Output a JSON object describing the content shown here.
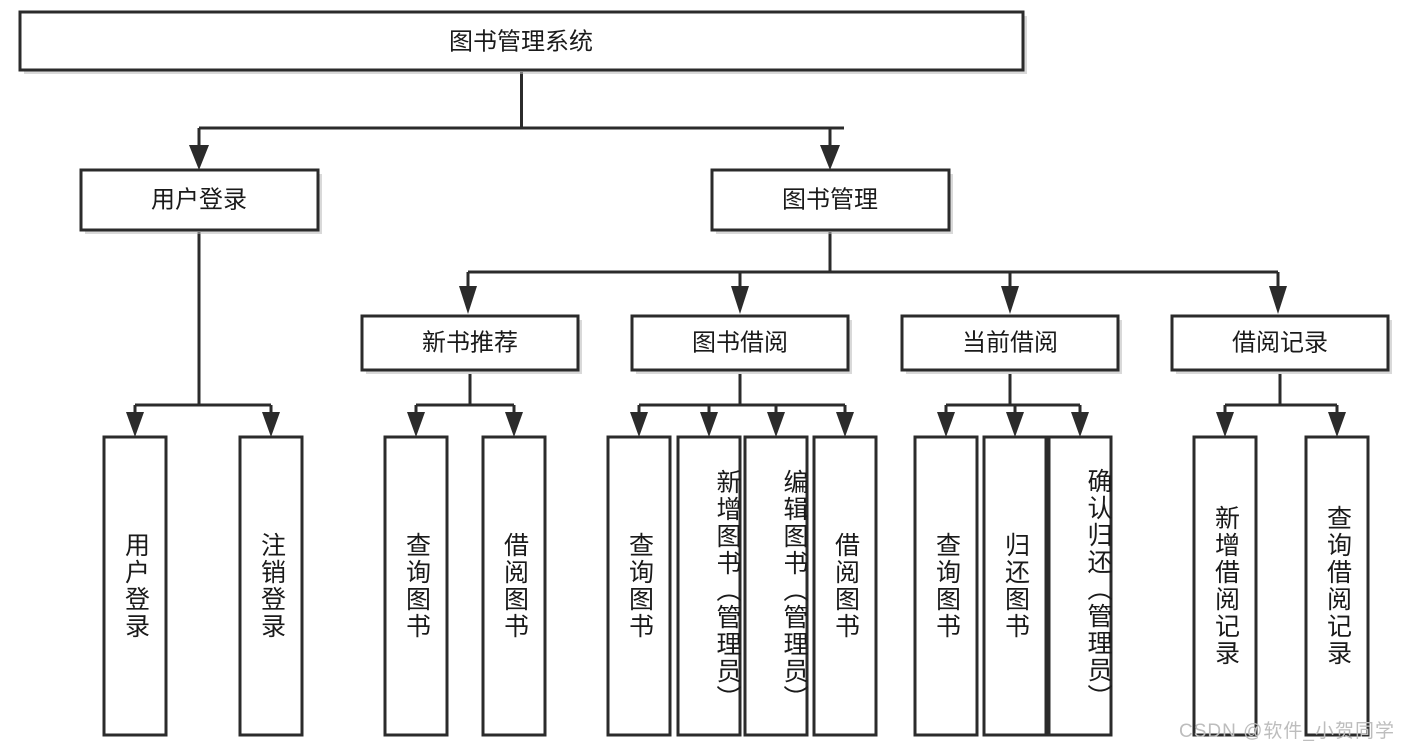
{
  "diagram": {
    "title": "图书管理系统",
    "type": "tree",
    "watermark": "CSDN @软件_小贺同学",
    "colors": {
      "box_fill": "#ffffff",
      "box_stroke": "#2b2b2b",
      "line": "#2b2b2b",
      "text": "#1a1a1a",
      "watermark": "#bdbdbd",
      "background": "#ffffff"
    },
    "root": {
      "label": "图书管理系统"
    },
    "level2": [
      {
        "label": "用户登录"
      },
      {
        "label": "图书管理"
      }
    ],
    "level3": [
      {
        "label": "新书推荐"
      },
      {
        "label": "图书借阅"
      },
      {
        "label": "当前借阅"
      },
      {
        "label": "借阅记录"
      }
    ],
    "leaves": {
      "user_login": [
        {
          "label": "用户登录"
        },
        {
          "label": "注销登录"
        }
      ],
      "new_book_recommend": [
        {
          "label": "查询图书"
        },
        {
          "label": "借阅图书"
        }
      ],
      "book_borrow": [
        {
          "label": "查询图书"
        },
        {
          "label": "新增图书（管理员）"
        },
        {
          "label": "编辑图书（管理员）"
        },
        {
          "label": "借阅图书"
        }
      ],
      "current_borrow": [
        {
          "label": "查询图书"
        },
        {
          "label": "归还图书"
        },
        {
          "label": "确认归还（管理员）"
        }
      ],
      "borrow_record": [
        {
          "label": "新增借阅记录"
        },
        {
          "label": "查询借阅记录"
        }
      ]
    }
  }
}
